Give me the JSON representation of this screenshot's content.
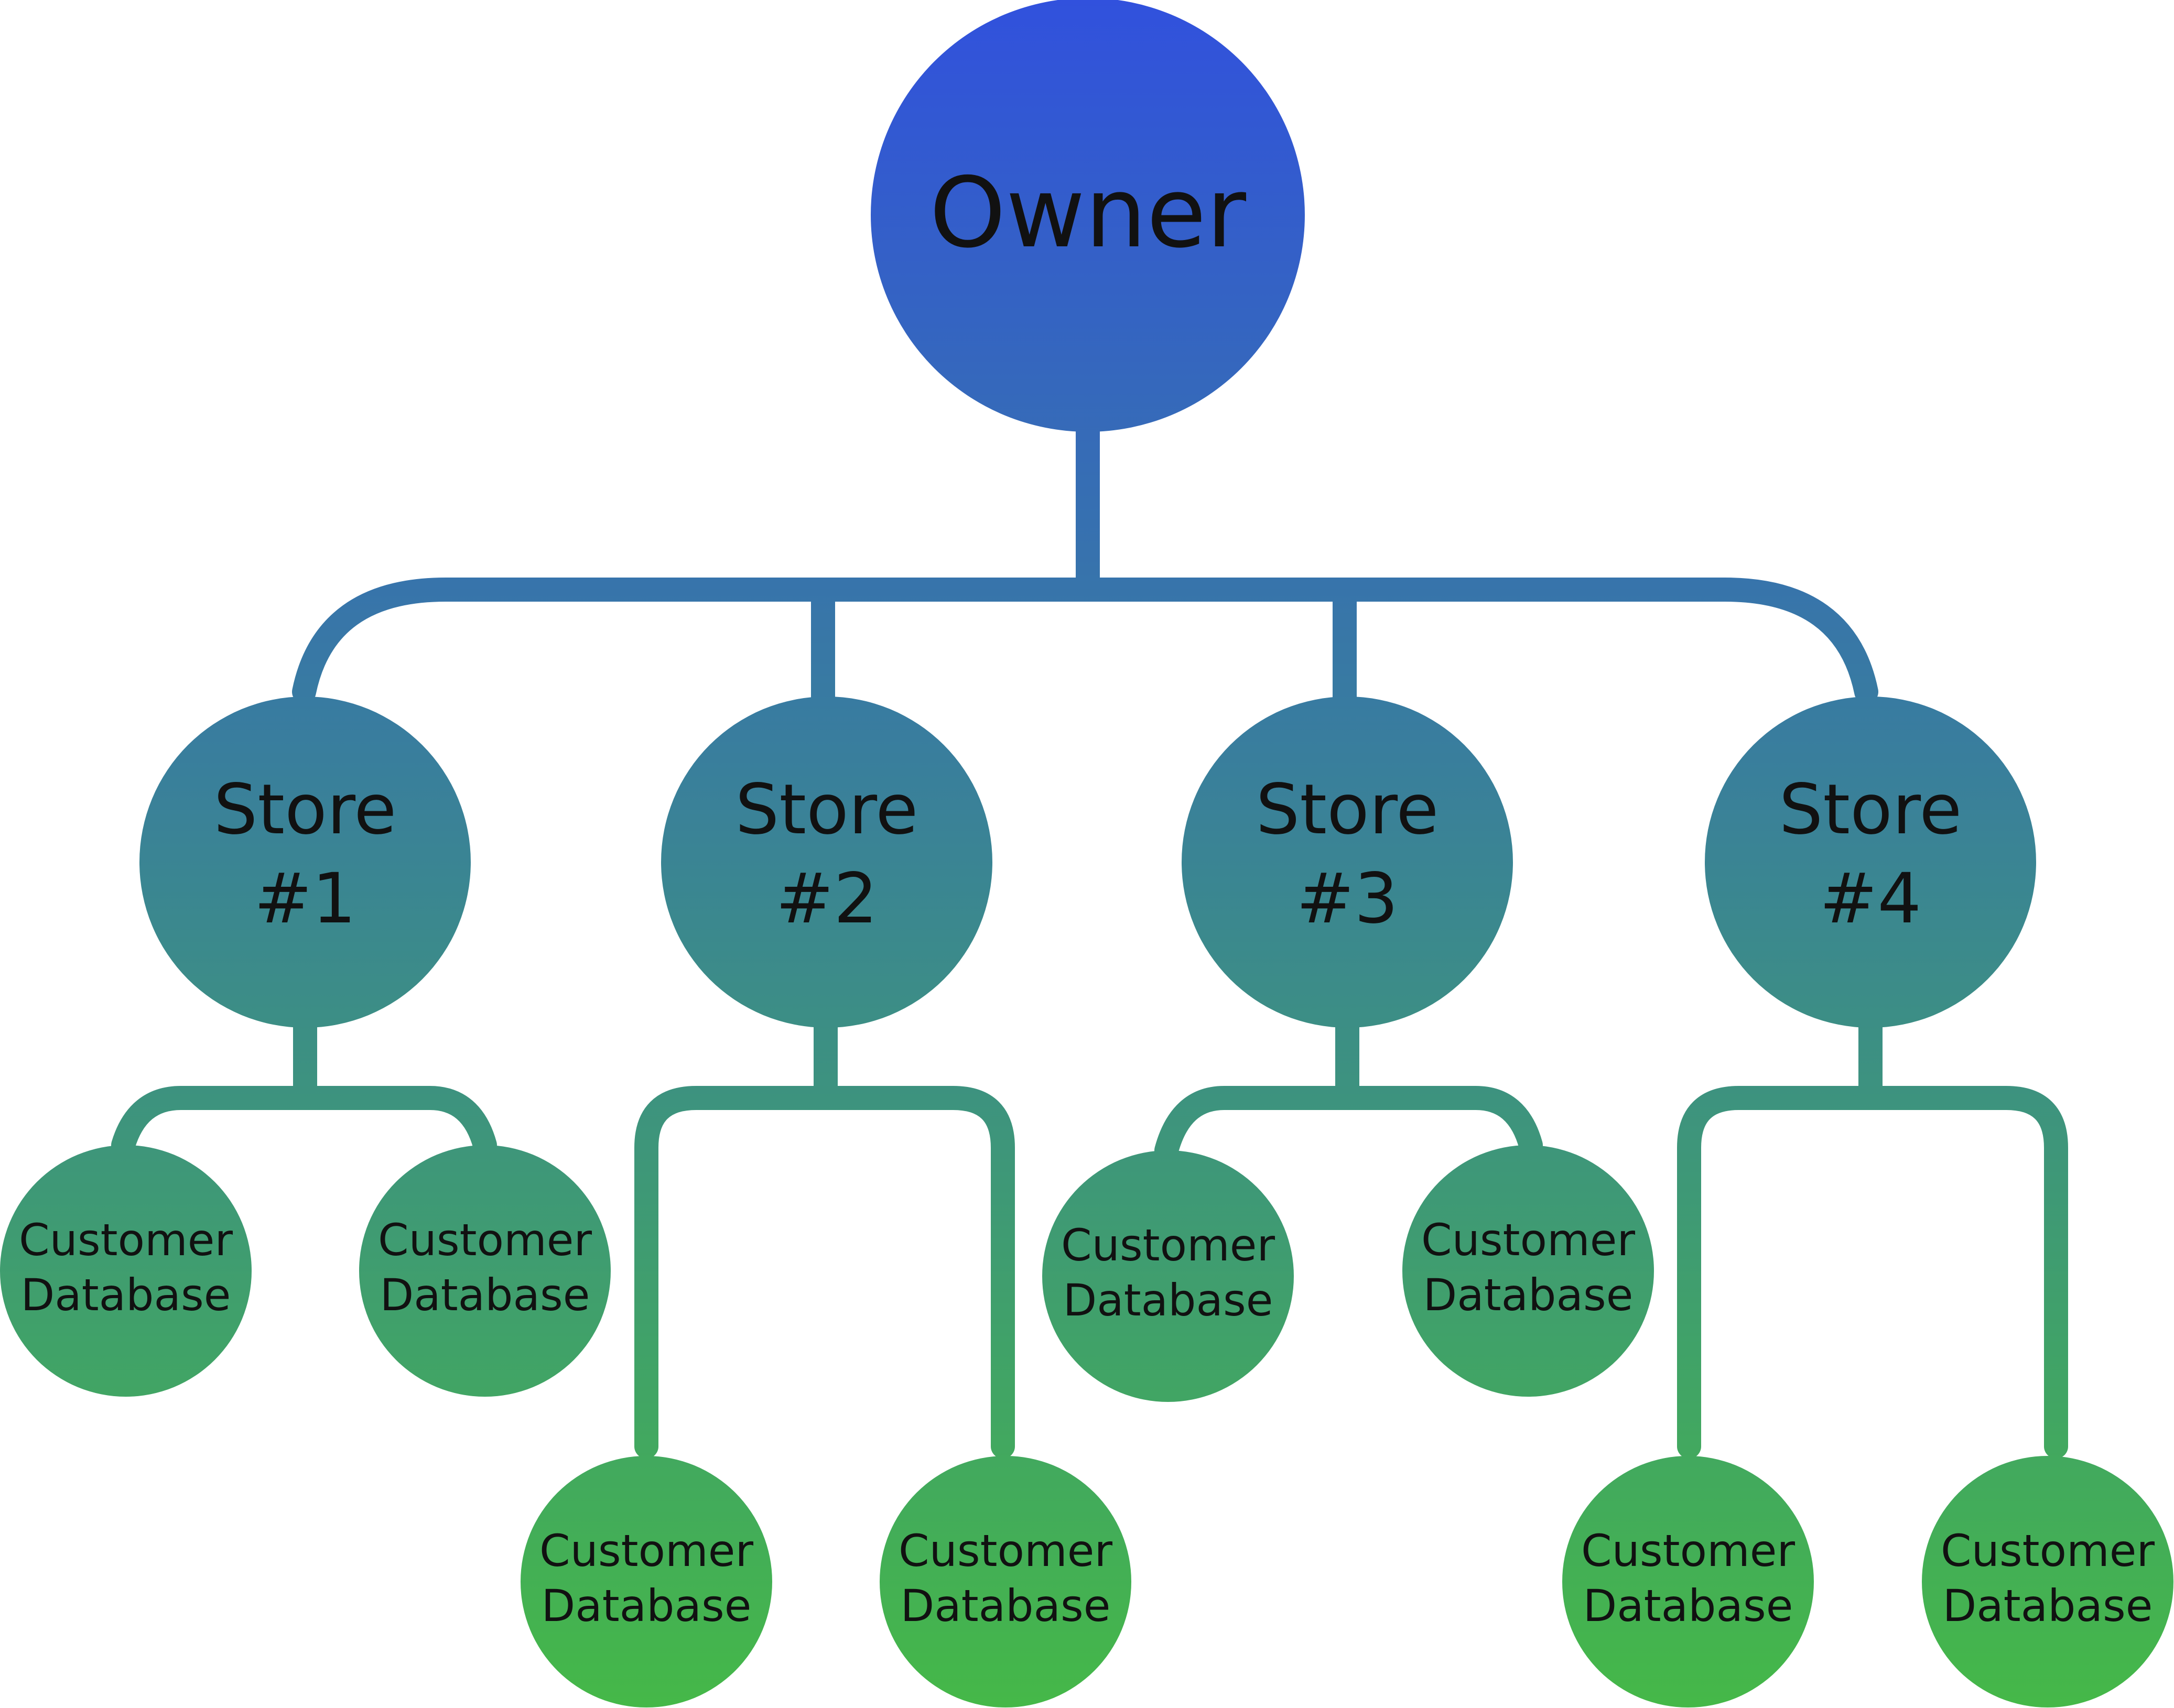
{
  "diagram": {
    "colors": {
      "gradient_top": "#3151DD",
      "gradient_mid": "#3A8494",
      "gradient_bottom": "#45B848",
      "text": "#111111",
      "background": "#FFFFFF"
    },
    "owner": {
      "label": "Owner"
    },
    "stores": [
      {
        "label_line1": "Store",
        "label_line2": "#1",
        "databases": [
          {
            "line1": "Customer",
            "line2": "Database"
          },
          {
            "line1": "Customer",
            "line2": "Database"
          }
        ]
      },
      {
        "label_line1": "Store",
        "label_line2": "#2",
        "databases": [
          {
            "line1": "Customer",
            "line2": "Database"
          },
          {
            "line1": "Customer",
            "line2": "Database"
          }
        ]
      },
      {
        "label_line1": "Store",
        "label_line2": "#3",
        "databases": [
          {
            "line1": "Customer",
            "line2": "Database"
          },
          {
            "line1": "Customer",
            "line2": "Database"
          }
        ]
      },
      {
        "label_line1": "Store",
        "label_line2": "#4",
        "databases": [
          {
            "line1": "Customer",
            "line2": "Database"
          },
          {
            "line1": "Customer",
            "line2": "Database"
          }
        ]
      }
    ]
  }
}
